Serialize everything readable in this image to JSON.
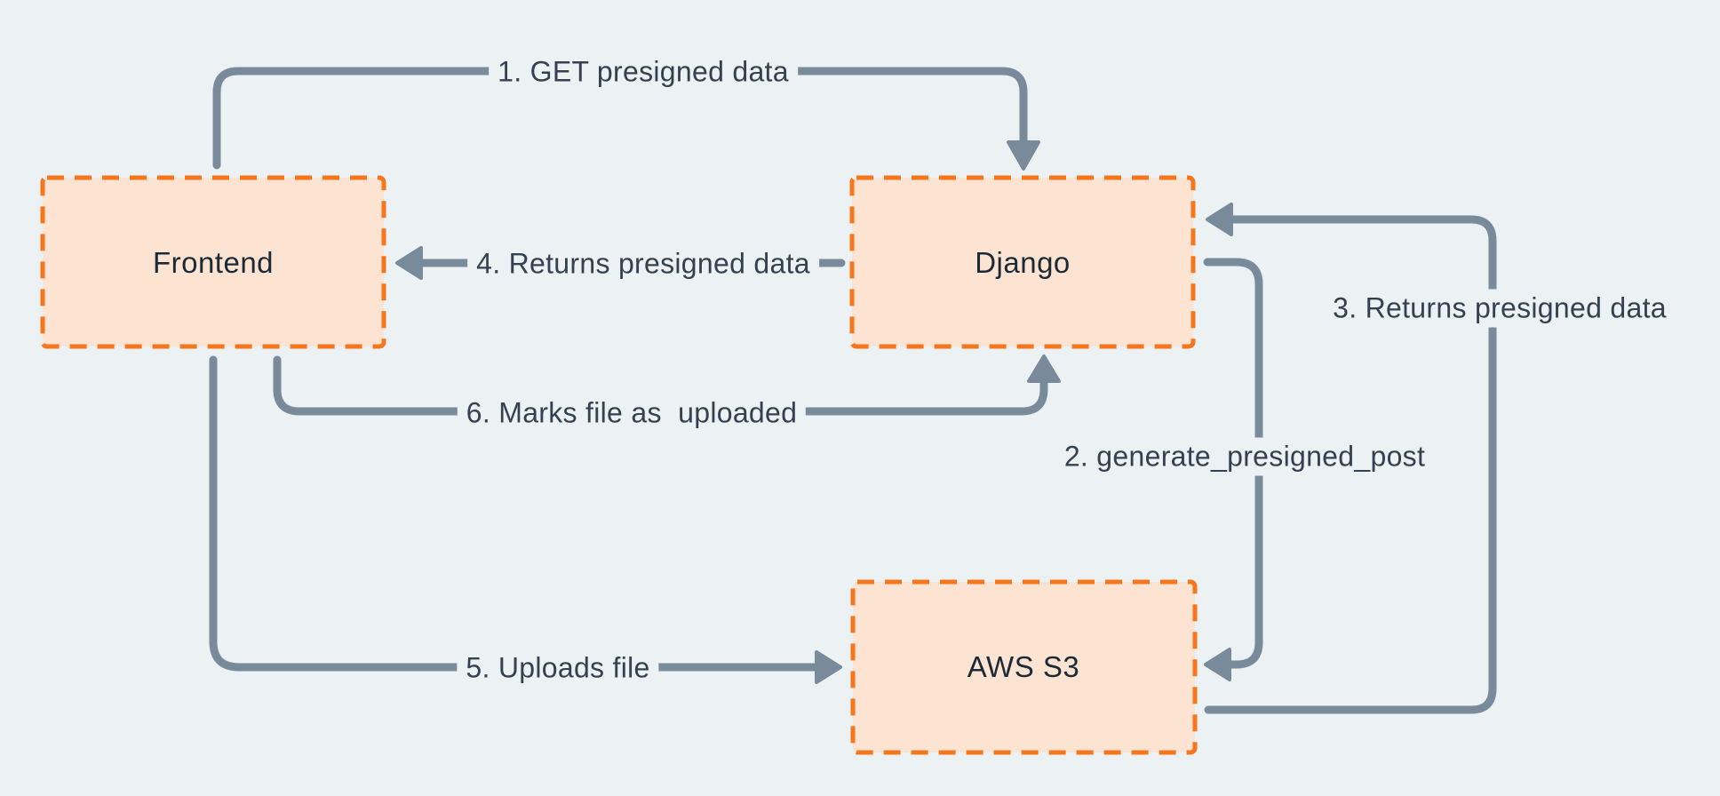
{
  "diagram": {
    "title_hint": "Presigned S3 upload flow",
    "background_color": "#ecf1f4",
    "colors": {
      "node_fill": "#fce3d2",
      "node_border": "#f5761d",
      "arrow": "#798b9b",
      "node_text": "#1c2a36",
      "label_text": "#344150"
    },
    "nodes": [
      {
        "id": "frontend",
        "label": "Frontend"
      },
      {
        "id": "django",
        "label": "Django"
      },
      {
        "id": "aws-s3",
        "label": "AWS S3"
      }
    ],
    "flows": [
      {
        "step": "1",
        "label": "1. GET presigned data",
        "from": "Frontend",
        "to": "Django"
      },
      {
        "step": "2",
        "label": "2. generate_presigned_post",
        "from": "Django",
        "to": "AWS S3"
      },
      {
        "step": "3",
        "label": "3. Returns presigned data",
        "from": "AWS S3",
        "to": "Django"
      },
      {
        "step": "4",
        "label": "4. Returns presigned data",
        "from": "Django",
        "to": "Frontend"
      },
      {
        "step": "5",
        "label": "5. Uploads file",
        "from": "Frontend",
        "to": "AWS S3"
      },
      {
        "step": "6",
        "label": "6. Marks file as  uploaded",
        "from": "Frontend",
        "to": "Django"
      }
    ]
  }
}
